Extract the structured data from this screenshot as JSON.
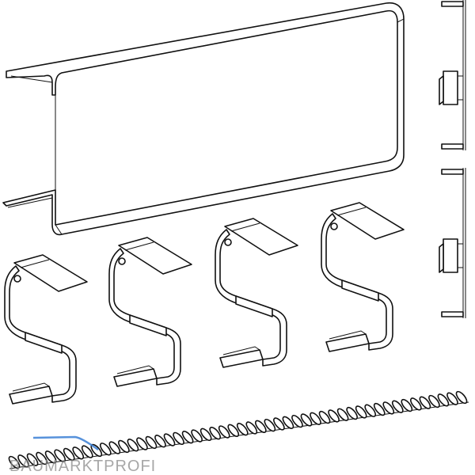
{
  "product": {
    "parts": [
      "channel-profile",
      "clip",
      "clip",
      "clip",
      "clip",
      "end-rail",
      "end-rail",
      "serrated-strip"
    ]
  },
  "watermark": {
    "text": "BAUMARKTPROFI",
    "swoosh_color": "#3a7fd5"
  },
  "colors": {
    "line": "#111111",
    "background": "#ffffff"
  }
}
